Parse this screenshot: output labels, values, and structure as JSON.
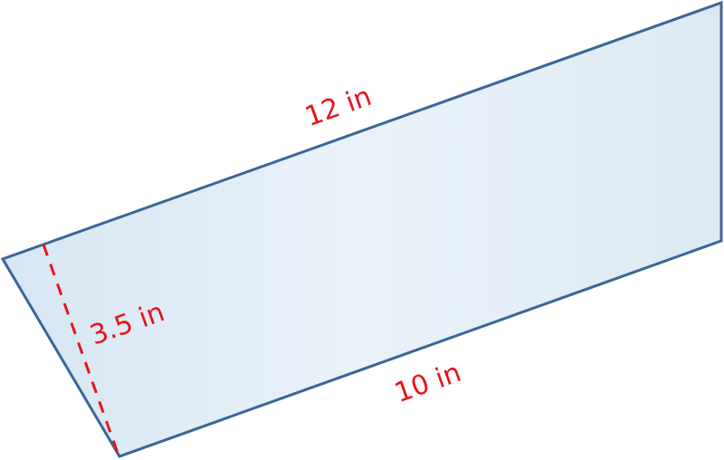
{
  "figure": {
    "shape": "trapezoid",
    "labels": {
      "top_side": "12 in",
      "bottom_side": "10 in",
      "height": "3.5 in"
    },
    "colors": {
      "outline": "#3a6696",
      "fill_light": "#eef4fa",
      "fill_dark": "#d8e7f3",
      "label": "#e8141b",
      "height_line": "#e8141b"
    }
  }
}
